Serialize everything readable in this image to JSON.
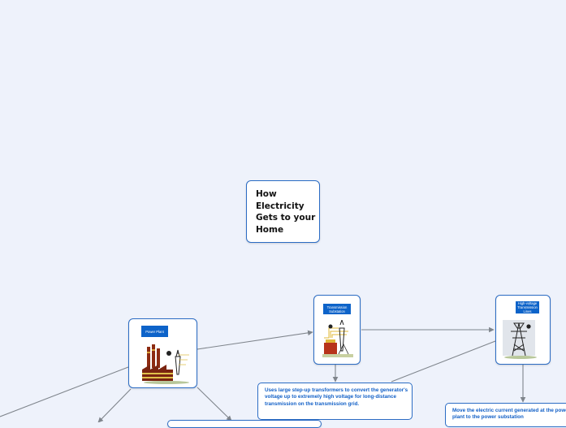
{
  "title": "How Electricity Gets to your Home",
  "nodes": {
    "power_plant": {
      "label": "Power Plant"
    },
    "substation": {
      "label": "Transmission Substation"
    },
    "lines": {
      "label": "High-voltage Transmission Lines"
    }
  },
  "notes": {
    "substation_desc": "Uses large step-up transformers to convert the generator's voltage up to extremely high voltage for long-distance transmission on the transmission grid.",
    "lines_desc": "Move the electric current generated at the power plant to the power substation"
  },
  "colors": {
    "accent": "#2b6cc4",
    "tag": "#0d63c9",
    "note_text": "#1260c7",
    "edge": "#7f858c",
    "background": "#eef2fb"
  }
}
